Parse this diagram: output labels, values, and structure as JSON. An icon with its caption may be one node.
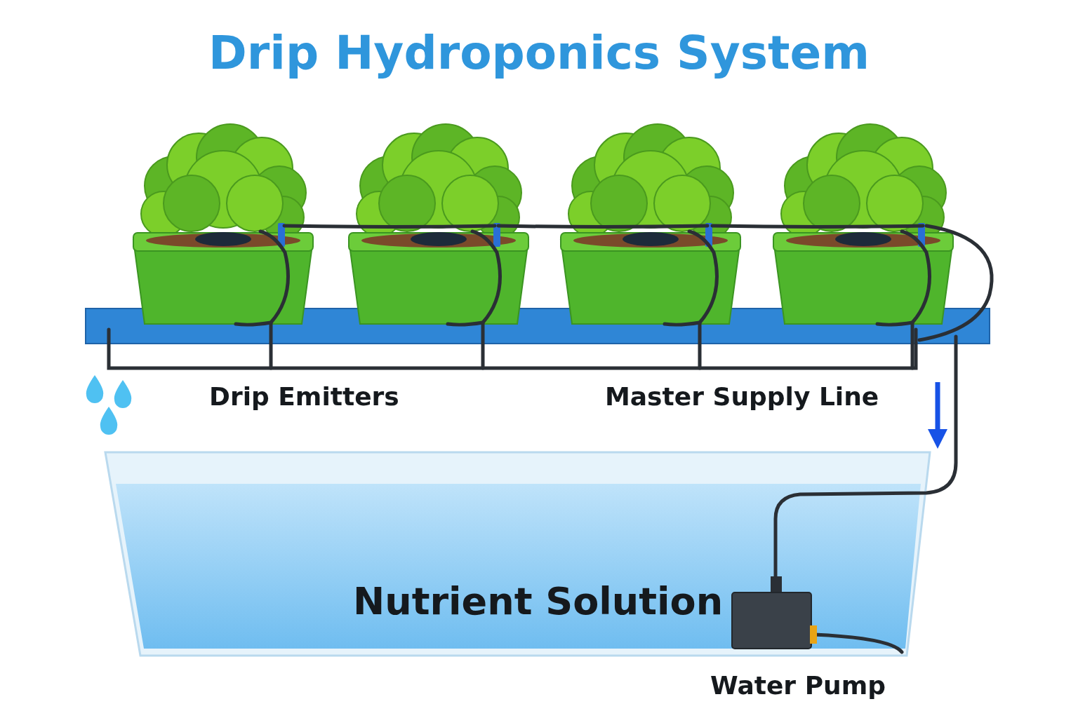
{
  "diagram": {
    "title": "Drip Hydroponics System",
    "labels": [
      "Drip Emitters",
      "Master Supply Line",
      "Nutrient Solution",
      "Water Pump"
    ]
  }
}
